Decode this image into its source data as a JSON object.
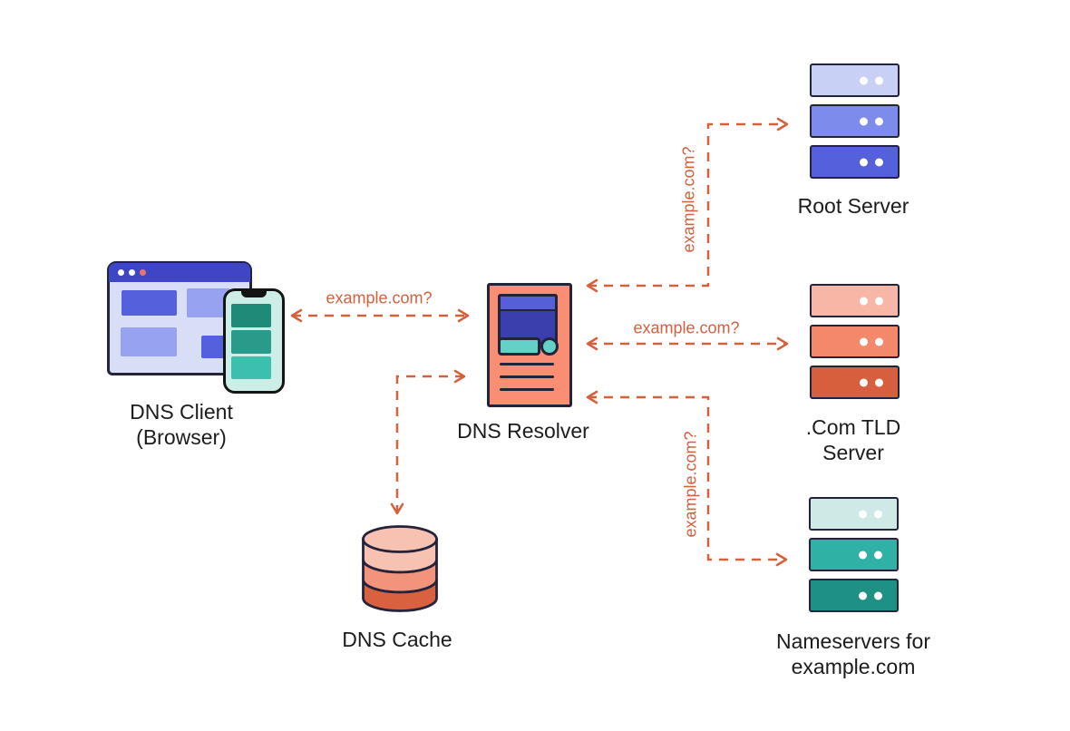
{
  "nodes": {
    "client": {
      "line1": "DNS Client",
      "line2": "(Browser)"
    },
    "resolver": {
      "label": "DNS Resolver"
    },
    "root_server": {
      "label": "Root Server"
    },
    "tld_server": {
      "line1": ".Com TLD",
      "line2": "Server"
    },
    "nameservers": {
      "line1": "Nameservers for",
      "line2": "example.com"
    },
    "cache": {
      "label": "DNS Cache"
    }
  },
  "queries": {
    "client_to_resolver": "example.com?",
    "resolver_to_root": "example.com?",
    "resolver_to_tld": "example.com?",
    "resolver_to_nameservers": "example.com?"
  },
  "colors": {
    "arrow": "#d5603c",
    "text": "#1c1c1c",
    "outline": "#23233c",
    "browser_header": "#3e46c6",
    "browser_body": "#d8def6",
    "block_dark": "#5560dd",
    "block_light": "#97a3ee",
    "phone_bg": "#cdeee6",
    "phone_teal_dark": "#1f8a78",
    "phone_teal_mid": "#2a9a8b",
    "phone_teal_light": "#3cc0ad",
    "resolver_body": "#f98e73",
    "screen_top": "#5560d8",
    "screen_bottom": "#3b3fae",
    "teal_accent": "#63d1c5",
    "root1": "#c9d0f6",
    "root2": "#7d8cec",
    "root3": "#5560dd",
    "tld1": "#f8b7a6",
    "tld2": "#f4886b",
    "tld3": "#d85f3d",
    "ns1": "#cfe9e7",
    "ns2": "#2fb2a5",
    "ns3": "#1f9184",
    "cache1": "#f7c2b2",
    "cache2": "#f2937b",
    "cache3": "#da6140"
  }
}
